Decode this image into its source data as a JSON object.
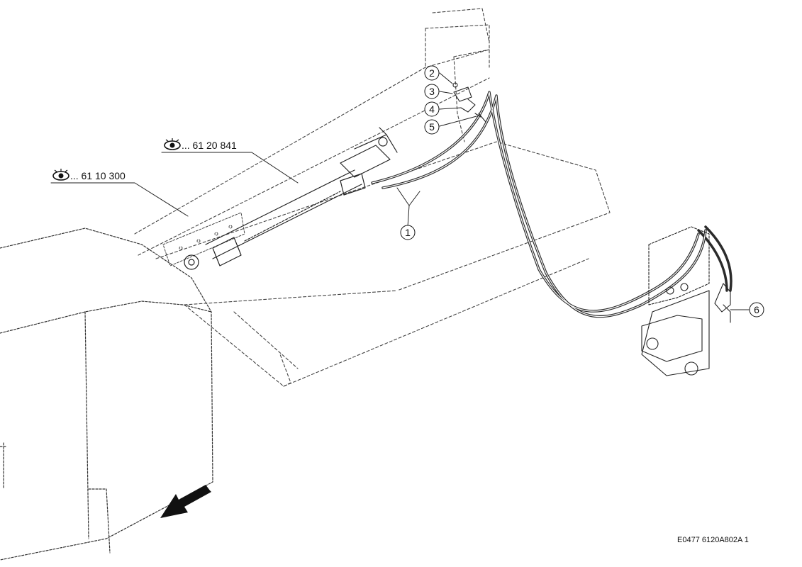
{
  "callouts": [
    {
      "label": "1"
    },
    {
      "label": "2"
    },
    {
      "label": "3"
    },
    {
      "label": "4"
    },
    {
      "label": "5"
    },
    {
      "label": "6"
    }
  ],
  "references": [
    {
      "text": "... 61 20 841",
      "icon": "eye-icon"
    },
    {
      "text": "... 61 10 300",
      "icon": "eye-icon"
    }
  ],
  "figure_id": "E0477 6120A802A 1",
  "direction_indicator": "arrow-icon",
  "colors": {
    "line": "#1a1a1a",
    "dashed": "#555555",
    "hose": "#2b2b2b"
  }
}
